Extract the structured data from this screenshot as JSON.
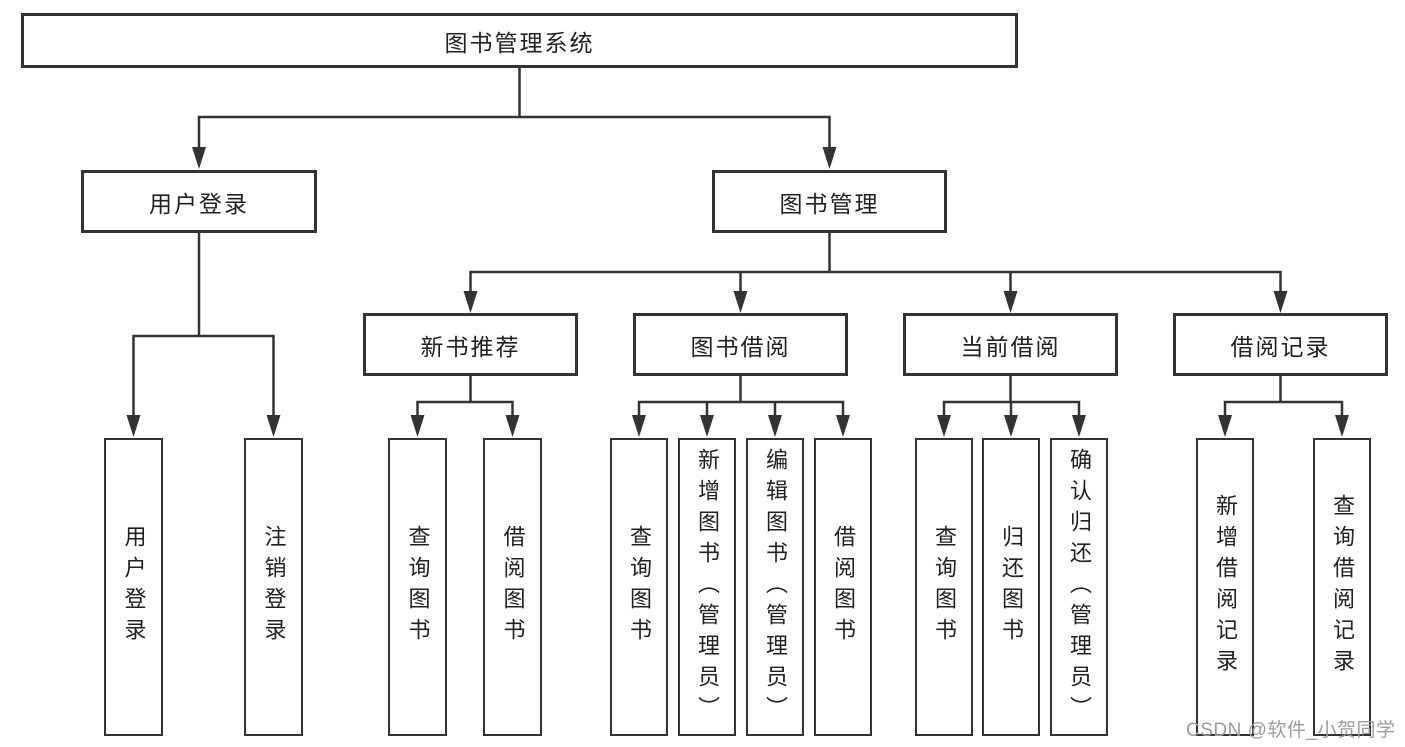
{
  "diagram": {
    "root": "图书管理系统",
    "branches": [
      {
        "label": "用户登录",
        "children": [
          {
            "label": "用户登录"
          },
          {
            "label": "注销登录"
          }
        ]
      },
      {
        "label": "图书管理",
        "children": [
          {
            "label": "新书推荐",
            "children": [
              {
                "label": "查询图书"
              },
              {
                "label": "借阅图书"
              }
            ]
          },
          {
            "label": "图书借阅",
            "children": [
              {
                "label": "查询图书"
              },
              {
                "label": "新增图书（管理员）"
              },
              {
                "label": "编辑图书（管理员）"
              },
              {
                "label": "借阅图书"
              }
            ]
          },
          {
            "label": "当前借阅",
            "children": [
              {
                "label": "查询图书"
              },
              {
                "label": "归还图书"
              },
              {
                "label": "确认归还（管理员）"
              }
            ]
          },
          {
            "label": "借阅记录",
            "children": [
              {
                "label": "新增借阅记录"
              },
              {
                "label": "查询借阅记录"
              }
            ]
          }
        ]
      }
    ]
  },
  "watermark": "CSDN @软件_小贺同学",
  "colors": {
    "line": "#333333",
    "text": "#212121",
    "watermark": "#9c9c9c",
    "background": "#ffffff"
  }
}
